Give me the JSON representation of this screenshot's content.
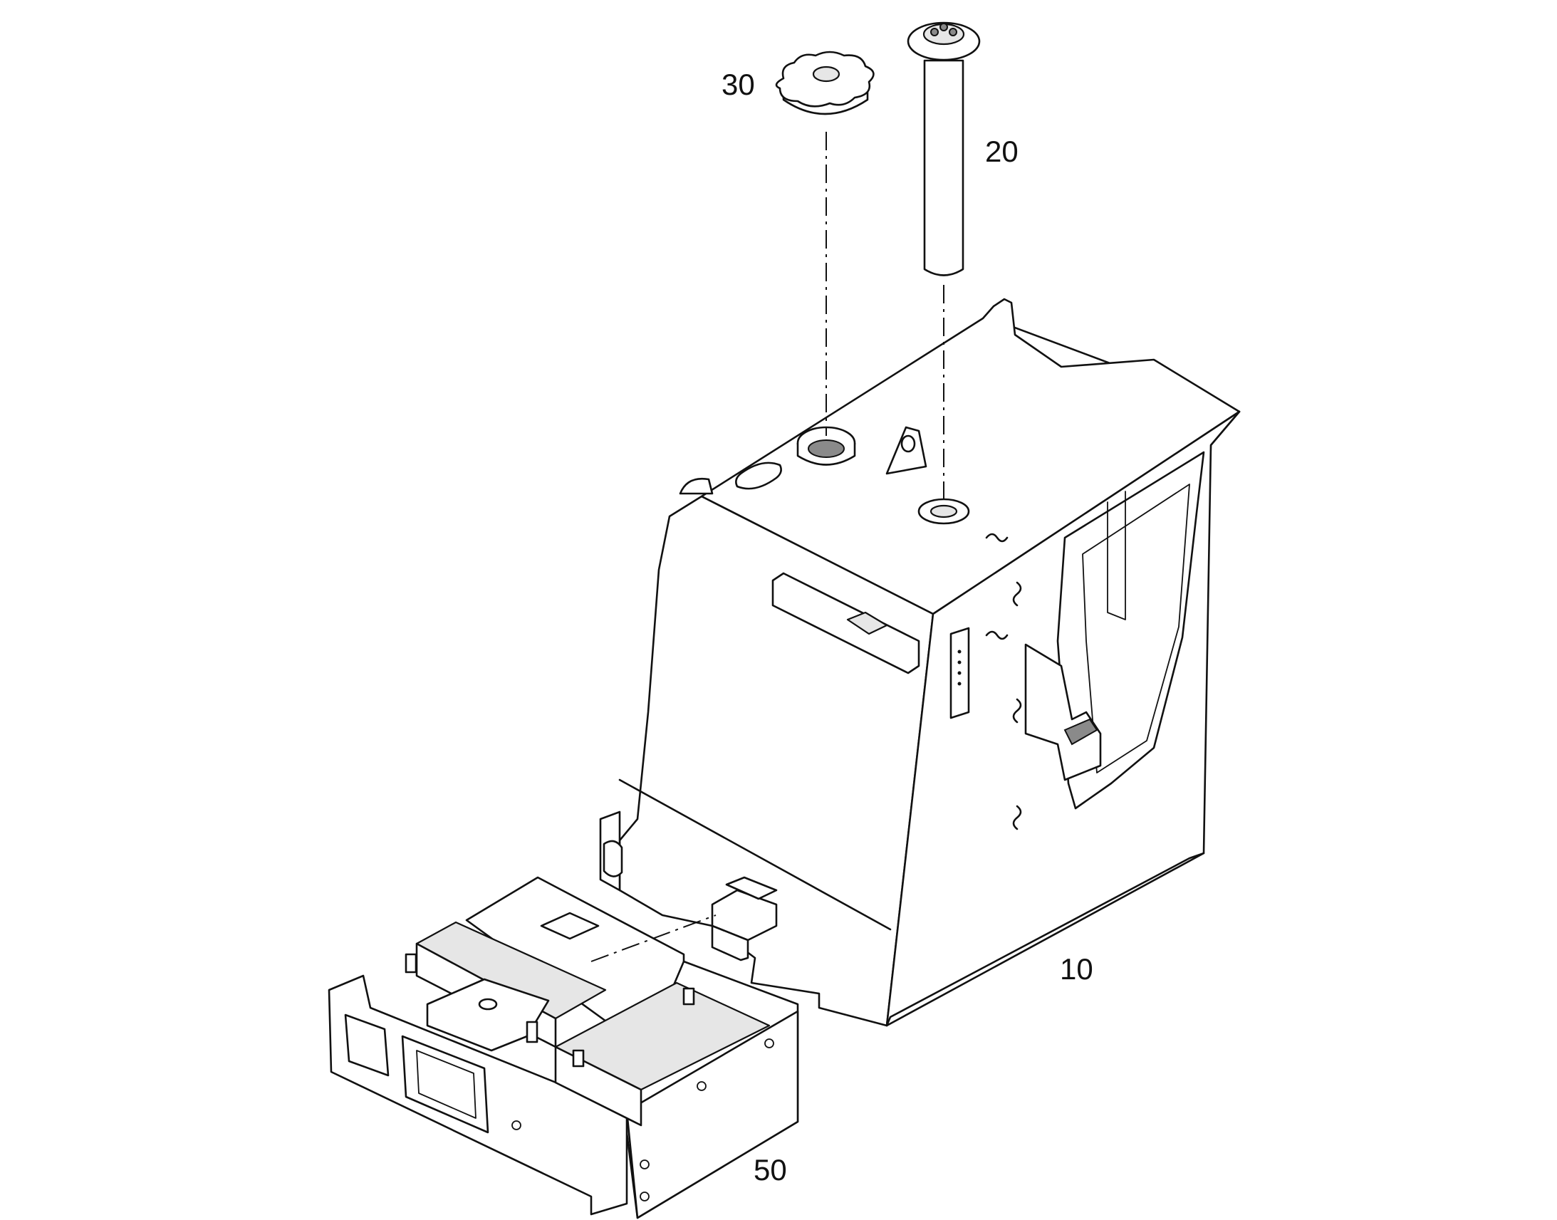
{
  "diagram": {
    "callouts": [
      {
        "id": "tank",
        "label": "10"
      },
      {
        "id": "sender",
        "label": "20"
      },
      {
        "id": "cap",
        "label": "30"
      },
      {
        "id": "battery",
        "label": "50"
      }
    ]
  }
}
